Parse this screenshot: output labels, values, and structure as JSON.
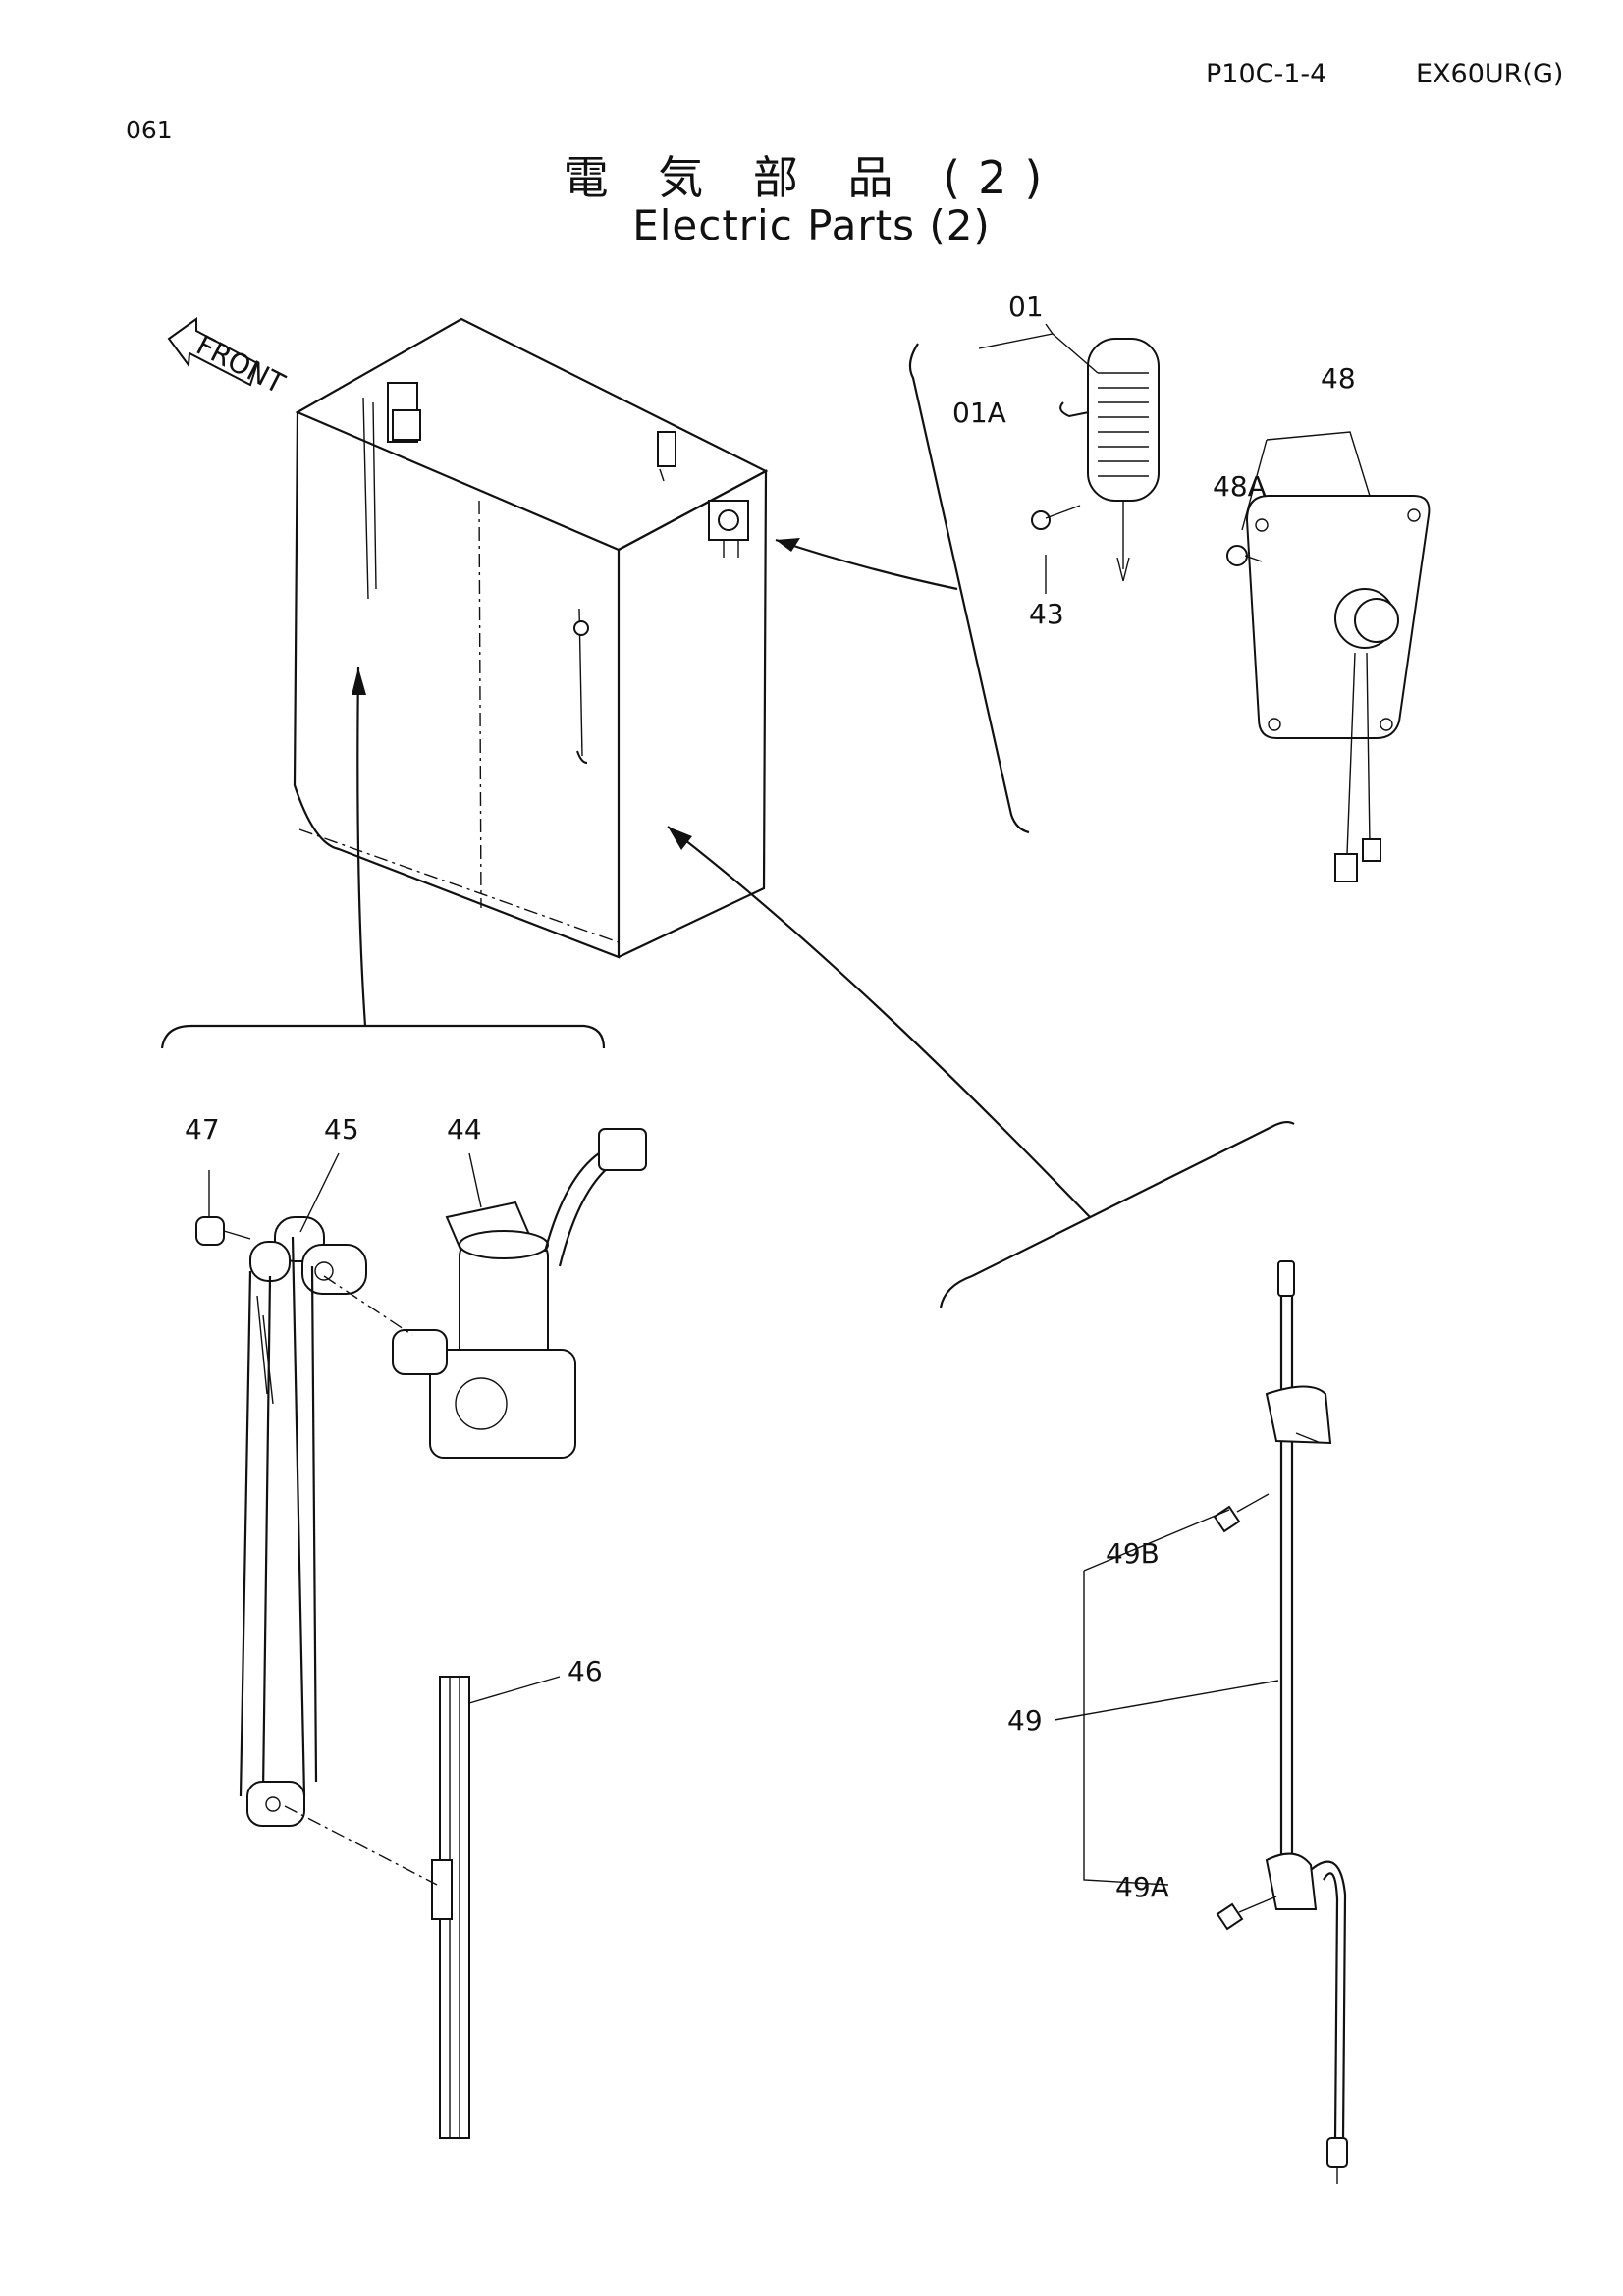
{
  "header": {
    "page_code": "P10C-1-4",
    "model": "EX60UR(G)",
    "page_number": "061"
  },
  "title": {
    "japanese": "電 気 部 品 (2)",
    "english": "Electric Parts (2)"
  },
  "labels": {
    "front": "FRONT",
    "p01": "01",
    "p01a": "01A",
    "p43": "43",
    "p48": "48",
    "p48a": "48A",
    "p47": "47",
    "p45": "45",
    "p44": "44",
    "p46": "46",
    "p49": "49",
    "p49a": "49A",
    "p49b": "49B"
  }
}
